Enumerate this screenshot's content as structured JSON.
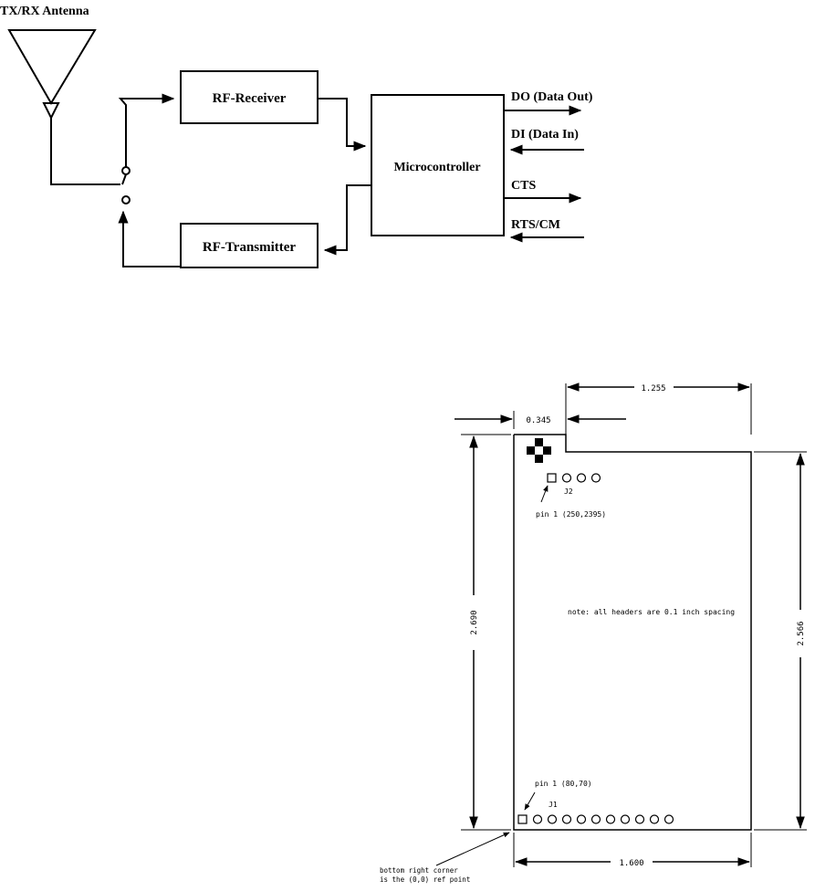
{
  "block_diagram": {
    "antenna_label": "TX/RX Antenna",
    "rf_receiver": "RF-Receiver",
    "rf_transmitter": "RF-Transmitter",
    "microcontroller": "Microcontroller",
    "signals": {
      "do": "DO (Data Out)",
      "di": "DI (Data In)",
      "cts": "CTS",
      "rts": "RTS/CM"
    }
  },
  "mechanical_drawing": {
    "dim_top_width": "1.255",
    "dim_notch": "0.345",
    "dim_left_height": "2.690",
    "dim_right_height": "2.566",
    "dim_bottom_width": "1.600",
    "j2_label": "J2",
    "j1_label": "J1",
    "pin1_top": "pin 1 (250,2395)",
    "pin1_bottom": "pin 1 (80,70)",
    "note": "note: all headers are 0.1 inch spacing",
    "ref_note_line1": "bottom right corner",
    "ref_note_line2": "is the (0,0) ref point"
  }
}
